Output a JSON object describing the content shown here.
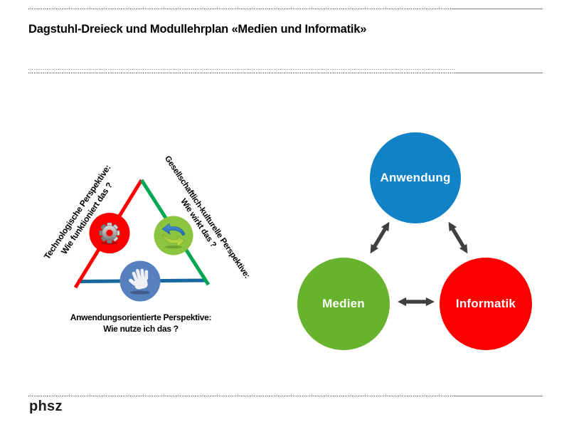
{
  "header": {
    "title": "Dagstuhl-Dreieck und Modullehrplan «Medien und Informatik»"
  },
  "footer": {
    "logo": "phsz"
  },
  "dagstuhl_triangle": {
    "technological": {
      "line1": "Technologische Perspektive:",
      "line2": "Wie funktioniert das ?"
    },
    "socio_cultural": {
      "line1": "Gesellschaftlich-kulturelle Perspektive:",
      "line2": "Wie wirkt das ?"
    },
    "application": {
      "line1": "Anwendungsorientierte Perspektive:",
      "line2": "Wie nutze ich das ?"
    },
    "edge_colors": {
      "left": "#ff0000",
      "right": "#00a651",
      "bottom": "#17689e"
    },
    "icons": [
      {
        "name": "gear-icon",
        "color": "#fc0000"
      },
      {
        "name": "sync-arrows-icon",
        "color": "#8bc43f"
      },
      {
        "name": "hand-icon",
        "color": "#5681be"
      }
    ]
  },
  "module_diagram": {
    "nodes": [
      {
        "id": "anwendung",
        "label": "Anwendung",
        "color": "#1282c6"
      },
      {
        "id": "medien",
        "label": "Medien",
        "color": "#67b32e"
      },
      {
        "id": "informatik",
        "label": "Informatik",
        "color": "#fc0000"
      }
    ],
    "arrow_color": "#3f3f3f"
  }
}
